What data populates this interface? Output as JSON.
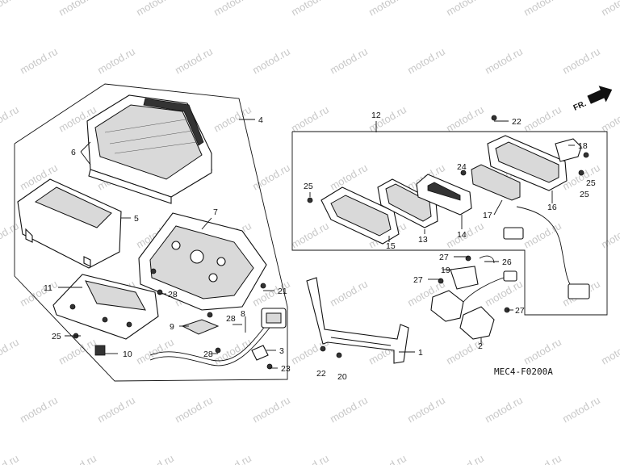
{
  "diagram_code": "MEC4-F0200A",
  "direction_marker": "FR.",
  "watermark_text": "motod.ru",
  "callouts": {
    "c1": "1",
    "c2": "2",
    "c3": "3",
    "c4": "4",
    "c5": "5",
    "c6": "6",
    "c7": "7",
    "c8": "8",
    "c9": "9",
    "c10": "10",
    "c11": "11",
    "c12": "12",
    "c13": "13",
    "c14": "14",
    "c15": "15",
    "c16": "16",
    "c17": "17",
    "c18": "18",
    "c19": "19",
    "c20": "20",
    "c22a": "22",
    "c22b": "22",
    "c23": "23",
    "c24": "24",
    "c25a": "25",
    "c25b": "25",
    "c25c": "25",
    "c25d": "25",
    "c26": "26",
    "c27a": "27",
    "c27b": "27",
    "c27c": "27",
    "c28a": "28",
    "c28b": "28",
    "c28c": "28",
    "c21": "21"
  }
}
